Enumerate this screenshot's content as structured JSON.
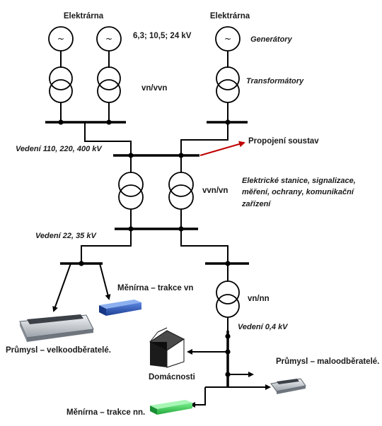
{
  "labels": {
    "plant_left": "Elektrárna",
    "plant_right": "Elektrárna",
    "gen_voltage": "6,3; 10,5; 24 kV",
    "generators": "Generátory",
    "transformers": "Transformátory",
    "vn_vvn": "vn/vvn",
    "line_110": "Vedení 110, 220, 400 kV",
    "interconnect": "Propojení soustav",
    "stations_1": "Elektrické stanice, signalizace,",
    "stations_2": "měření, ochrany, komunikační",
    "stations_3": "zařízení",
    "vvn_vn": "vvn/vn",
    "line_22": "Vedení 22, 35 kV",
    "converter_vn": "Měnírna – trakce vn",
    "vn_nn": "vn/nn",
    "line_04": "Vedení 0,4 kV",
    "industry_big": "Průmysl – velkoodběratelé.",
    "households": "Domácnosti",
    "industry_small": "Průmysl – maloodběratelé.",
    "converter_nn": "Měnírna – trakce nn."
  },
  "generator_symbol": "~",
  "colors": {
    "line": "#000000",
    "interconnect_arrow": "#c00000",
    "converter_vn_box": "#2a56b8",
    "converter_nn_box": "#3fcf5a",
    "industry_tray": "#6b7280",
    "household_box": "#222222"
  }
}
